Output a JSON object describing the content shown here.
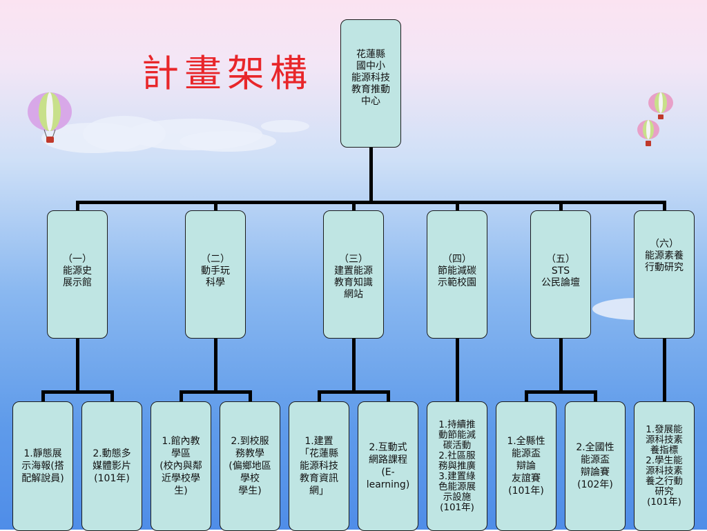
{
  "title": "計畫架構",
  "center": {
    "label": "花蓮縣\n國中小\n能源科技\n教育推動\n中心"
  },
  "branches": [
    {
      "label": "（一）\n能源史\n展示館",
      "children": [
        {
          "label": "1.靜態展\n示海報(搭\n配解說員)"
        },
        {
          "label": "2.動態多\n媒體影片\n(101年)"
        }
      ]
    },
    {
      "label": "（二）\n動手玩\n科學",
      "children": [
        {
          "label": "1.館內教\n學區\n(校內與鄰\n近學校學\n生)"
        },
        {
          "label": "2.到校服\n務教學\n(偏鄉地區\n學校\n學生)"
        }
      ]
    },
    {
      "label": "（三）\n建置能源\n教育知識\n網站",
      "children": [
        {
          "label": "1.建置\n「花蓮縣\n能源科技\n教育資訊\n網」"
        },
        {
          "label": "2.互動式\n網路課程\n(E-\nlearning)"
        }
      ]
    },
    {
      "label": "（四）\n節能減碳\n示範校園",
      "children": [
        {
          "label": "1.持續推\n動節能減\n碳活動\n2.社區服\n務與推廣\n3.建置綠\n色能源展\n示設施\n(101年)"
        }
      ]
    },
    {
      "label": "（五）\nSTS\n公民論壇",
      "children": [
        {
          "label": "1.全縣性\n能源盃\n辯論\n友誼賽\n(101年)"
        },
        {
          "label": "2.全國性\n能源盃\n辯論賽\n(102年)"
        }
      ]
    },
    {
      "label": "（六）\n能源素養\n行動研究",
      "children": [
        {
          "label": "1.發展能\n源科技素\n養指標\n2.學生能\n源科技素\n養之行動\n研究\n(101年)"
        }
      ]
    }
  ],
  "colors": {
    "box_fill": "#bfe5e3",
    "title": "#e8262a",
    "connector": "#000000"
  }
}
